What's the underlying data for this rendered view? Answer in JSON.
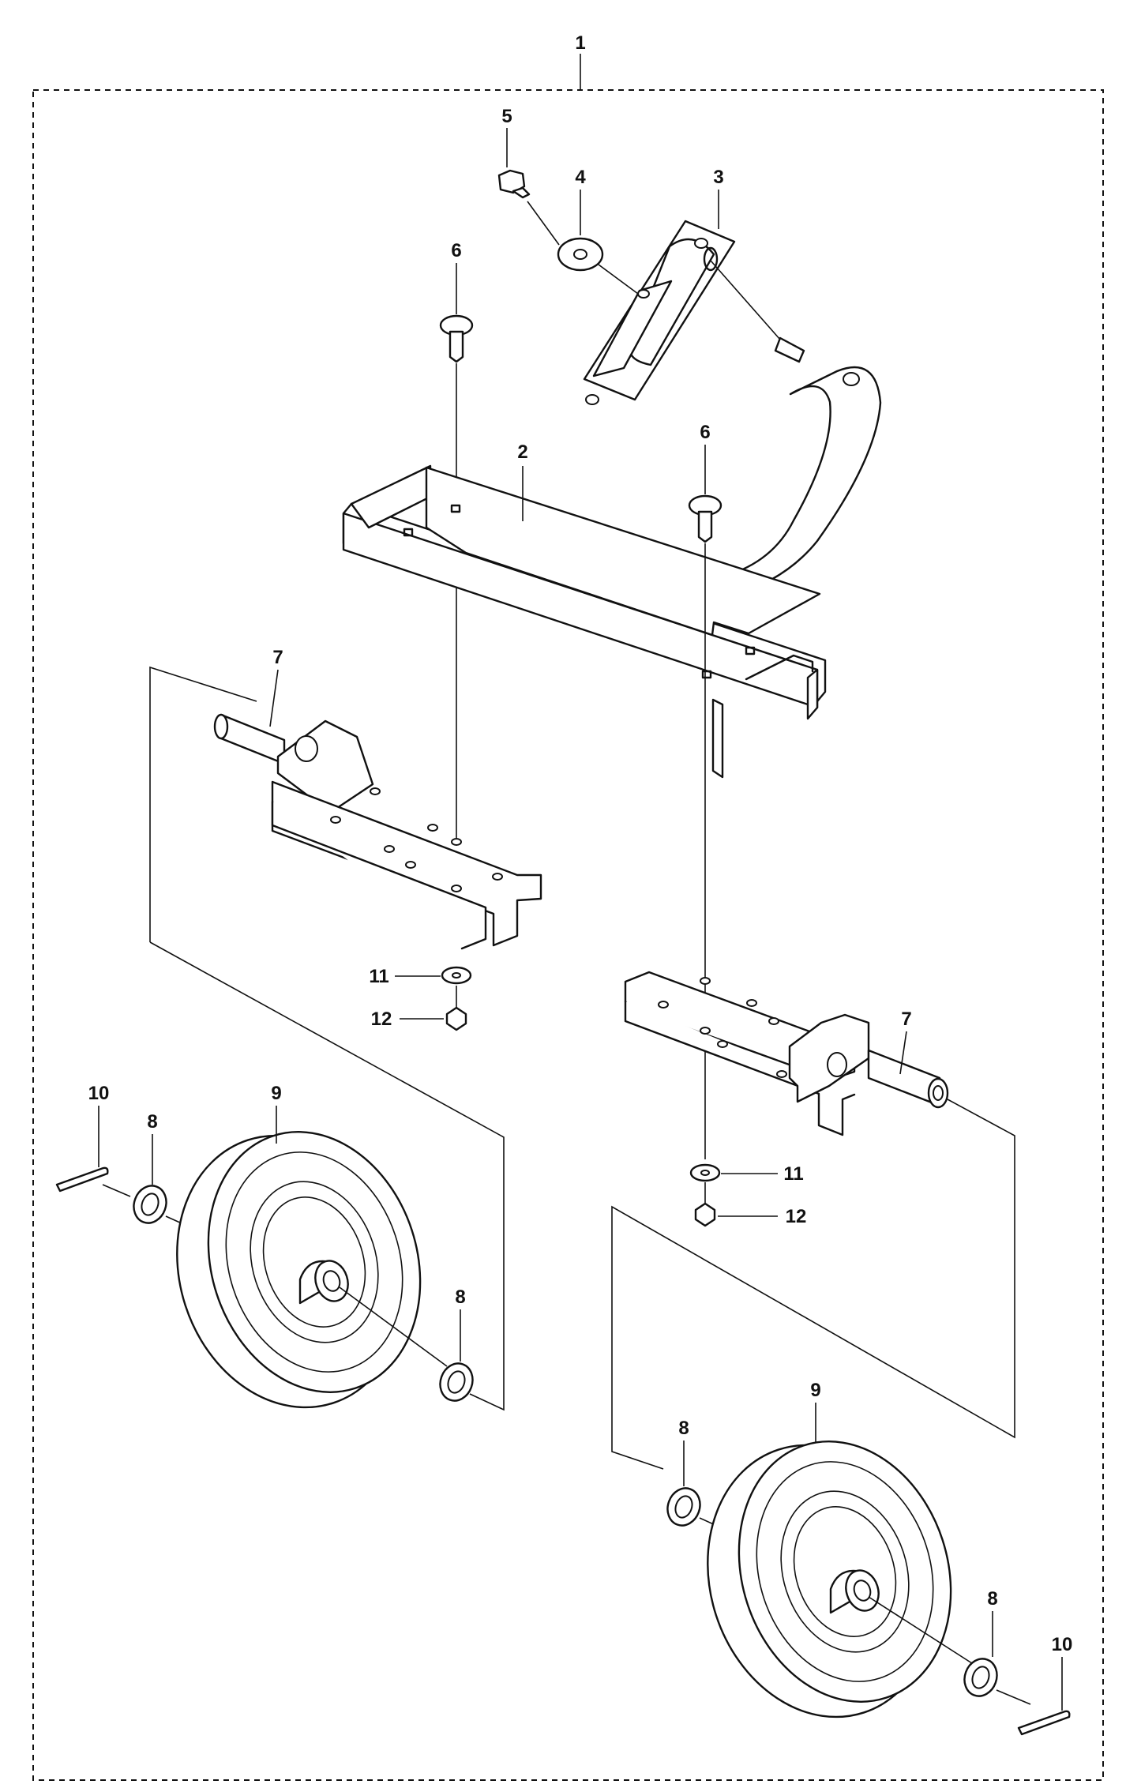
{
  "diagram": {
    "callouts": {
      "assembly": "1",
      "frame_bar": "2",
      "clamp_bracket": "3",
      "washer_top": "4",
      "bolt_top": "5",
      "carriage_bolt_left": "6",
      "carriage_bolt_right": "6",
      "axle_bracket_left": "7",
      "axle_bracket_right": "7",
      "washer_wheel_left_outer": "8",
      "washer_wheel_left_inner": "8",
      "washer_wheel_right_inner": "8",
      "washer_wheel_right_outer": "8",
      "wheel_left": "9",
      "wheel_right": "9",
      "cotter_pin_left": "10",
      "cotter_pin_right": "10",
      "washer_nut_left": "11",
      "washer_nut_right": "11",
      "nut_left": "12",
      "nut_right": "12"
    },
    "colors": {
      "line": "#111111",
      "background": "#ffffff"
    }
  }
}
